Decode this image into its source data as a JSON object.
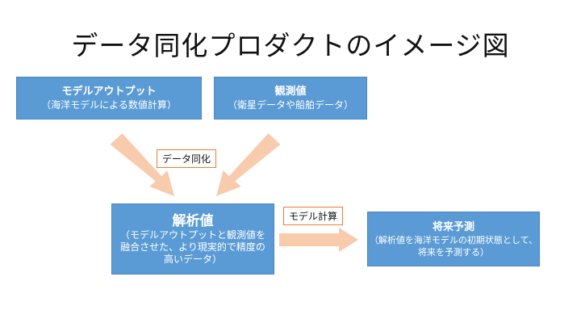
{
  "title": "データ同化プロダクトのイメージ図",
  "boxes": {
    "model_output": {
      "title": "モデルアウトプット",
      "sub": "（海洋モデルによる数値計算）"
    },
    "observation": {
      "title": "観測値",
      "sub": "（衛星データや船舶データ）"
    },
    "analysis": {
      "title": "解析値",
      "sub": "（モデルアウトプットと観測値を融合させた、より現実的で精度の高いデータ）"
    },
    "prediction": {
      "title": "将来予測",
      "sub": "（解析値を海洋モデルの初期状態として、将来を予測する）"
    }
  },
  "labels": {
    "data_assimilation": "データ同化",
    "model_calc": "モデル計算"
  },
  "colors": {
    "box_fill": "#5b9bd5",
    "arrow_fill": "#f8cbad",
    "tag_border": "#ed7d31"
  }
}
